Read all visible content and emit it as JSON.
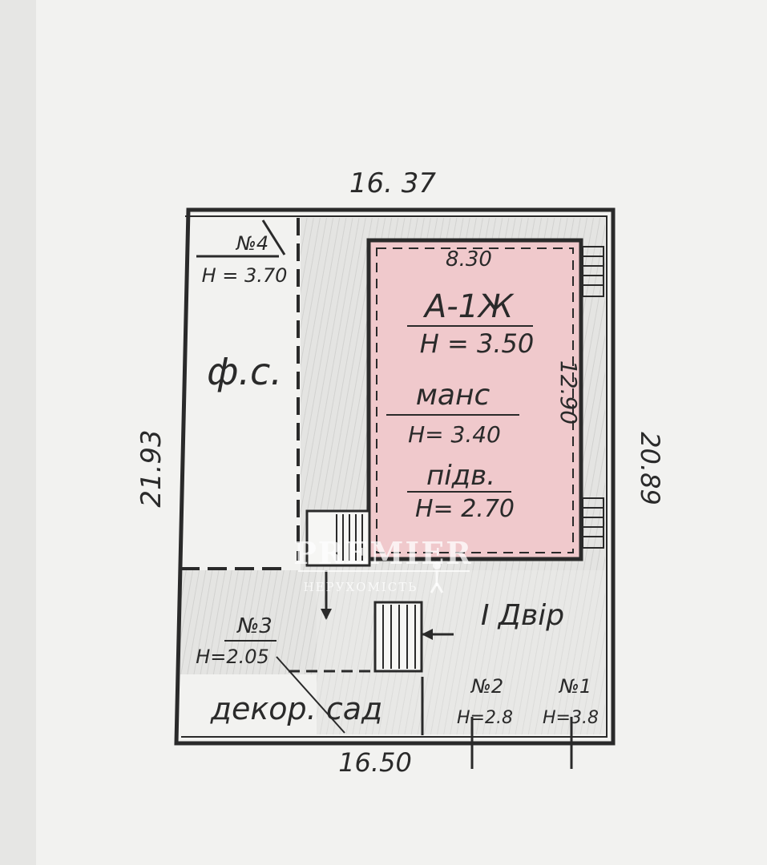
{
  "dimensions": {
    "top": "16. 37",
    "bottom": "16.50",
    "left": "21.93",
    "right": "20.89",
    "inner_width": "8.30",
    "inner_height": "12.90"
  },
  "main_building": {
    "label": "А-1Ж",
    "height": "Н = 3.50",
    "attic_label": "манс",
    "attic_height": "Н= 3.40",
    "basement_label": "підв.",
    "basement_height": "Н= 2.70"
  },
  "annex_n4": {
    "number": "№4",
    "height": "Н = 3.70"
  },
  "annex_n3": {
    "number": "№3",
    "height": "Н=2.05"
  },
  "annex_n2": {
    "number": "№2",
    "height": "Н=2.8"
  },
  "annex_n1": {
    "number": "№1",
    "height": "Н=3.8"
  },
  "areas": {
    "fs": "ф.с.",
    "yard": "I Двір",
    "garden": "декор. сад"
  },
  "watermark": {
    "brand": "PREMIER",
    "tagline": "НЕРУХОМІСТЬ"
  },
  "colors": {
    "paper": "#f2f2f0",
    "building_fill": "#f0c9cc",
    "ink": "#2a2a2a"
  }
}
